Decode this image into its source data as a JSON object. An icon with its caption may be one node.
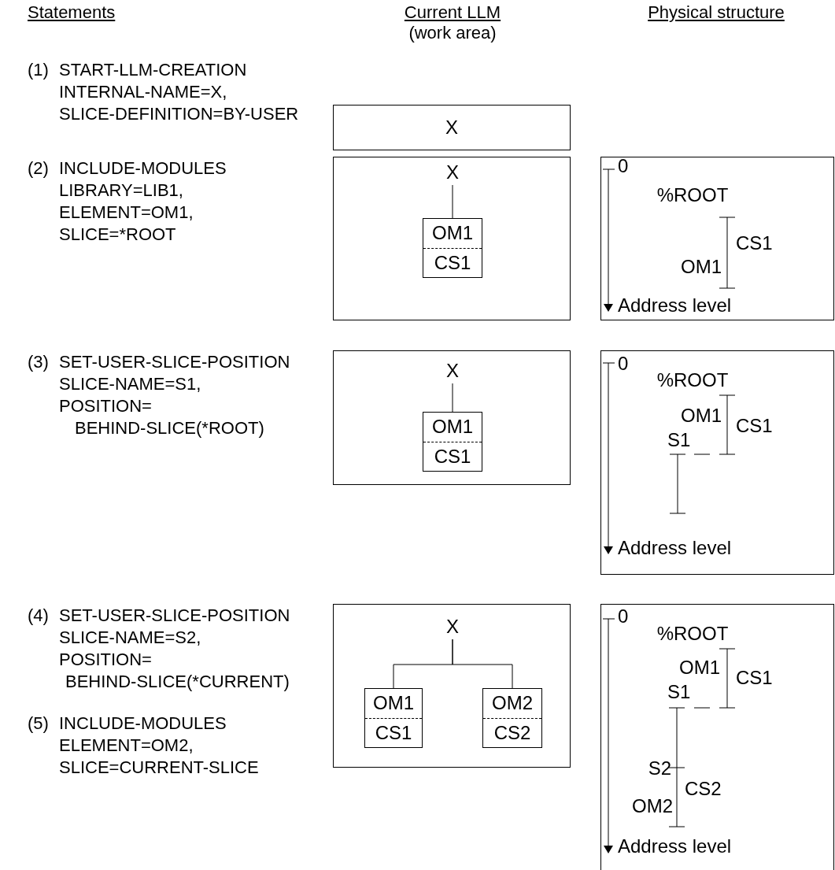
{
  "diagram": {
    "nodes": [
      {
        "text": [
          "X"
        ]
      },
      {
        "text": [],
        "shape": "box"
      },
      {
        "text": [
          "X"
        ],
        "in": 1
      },
      {
        "text": [
          "OM1",
          "CS1"
        ],
        "in": 1
      },
      {
        "text": [
          "0",
          "%ROOT",
          "OM1",
          "CS1",
          "Address level"
        ]
      },
      {
        "text": [],
        "shape": "box"
      },
      {
        "text": [
          "X"
        ],
        "in": 5
      },
      {
        "text": [
          "OM1",
          "CS1"
        ],
        "in": 5
      },
      {
        "text": [
          "0",
          "%ROOT",
          "OM1",
          "CS1",
          "S1",
          "Address level"
        ]
      },
      {
        "text": [],
        "shape": "box"
      },
      {
        "text": [
          "X"
        ],
        "in": 9
      },
      {
        "text": [
          "OM1",
          "CS1"
        ],
        "in": 9
      },
      {
        "text": [
          "OM2",
          "CS2"
        ],
        "in": 9
      },
      {
        "text": [
          "0",
          "%ROOT",
          "OM1",
          "CS1",
          "S1",
          "S2",
          "CS2",
          "OM2",
          "Address level"
        ]
      }
    ],
    "edges": [
      {
        "from": 2,
        "to": 3,
        "arrow": "none"
      },
      {
        "from": 6,
        "to": 7,
        "arrow": "none"
      },
      {
        "from": 10,
        "to": 11,
        "arrow": "none"
      },
      {
        "from": 10,
        "to": 12,
        "arrow": "none"
      }
    ],
    "labels": [
      "Statements",
      "Current LLM",
      "(work area)",
      "Physical structure",
      "(1) START-LLM-CREATION INTERNAL-NAME=X, SLICE-DEFINITION=BY-USER",
      "(2) INCLUDE-MODULES LIBRARY=LIB1, ELEMENT=OM1, SLICE=*ROOT",
      "(3) SET-USER-SLICE-POSITION SLICE-NAME=S1, POSITION=",
      "BEHIND-SLICE(*ROOT)",
      "(4) SET-USER-SLICE-POSITION SLICE-NAME=S2, POSITION=",
      "BEHIND-SLICE(*CURRENT)",
      "(5) INCLUDE-MODULES ELEMENT=OM2, SLICE=CURRENT-SLICE"
    ]
  }
}
